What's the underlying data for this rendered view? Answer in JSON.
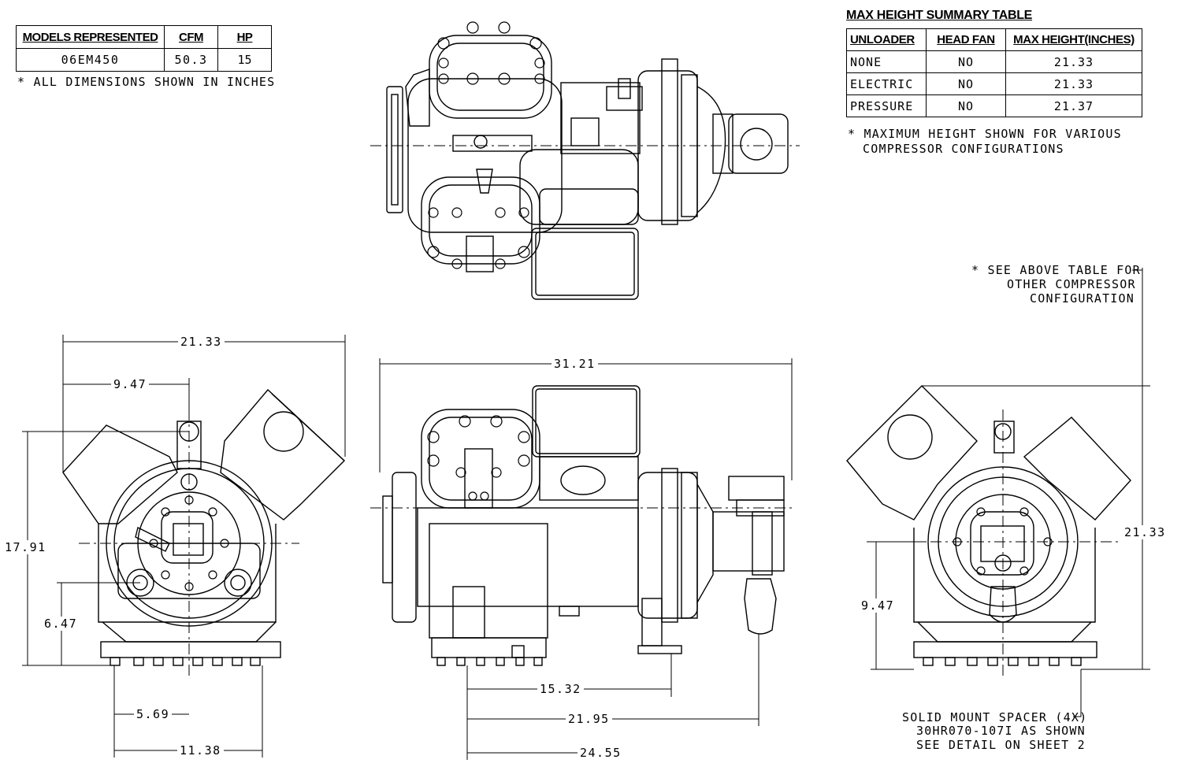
{
  "models_table": {
    "headers": [
      "MODELS REPRESENTED",
      "CFM",
      "HP"
    ],
    "row": [
      "06EM450",
      "50.3",
      "15"
    ]
  },
  "dimensions_note": "* ALL DIMENSIONS SHOWN IN INCHES",
  "max_height_table": {
    "title": "MAX HEIGHT SUMMARY TABLE",
    "headers": [
      "UNLOADER",
      "HEAD FAN",
      "MAX HEIGHT(INCHES)"
    ],
    "rows": [
      [
        "NONE",
        "NO",
        "21.33"
      ],
      [
        "ELECTRIC",
        "NO",
        "21.33"
      ],
      [
        "PRESSURE",
        "NO",
        "21.37"
      ]
    ],
    "footnote_line1": "* MAXIMUM HEIGHT SHOWN FOR VARIOUS",
    "footnote_line2": "COMPRESSOR CONFIGURATIONS"
  },
  "see_table_note": {
    "line1": "* SEE ABOVE TABLE FOR",
    "line2": "OTHER COMPRESSOR",
    "line3": "CONFIGURATION"
  },
  "spacer_note": {
    "line1": "SOLID MOUNT SPACER (4X)",
    "line2": "30HR070-107I AS SHOWN",
    "line3": "SEE DETAIL ON SHEET 2"
  },
  "dimensions": {
    "left_width": "21.33",
    "left_offset": "9.47",
    "left_height": "17.91",
    "left_inlet_height": "6.47",
    "left_center": "5.69",
    "left_base": "11.38",
    "side_length": "31.21",
    "side_mount_1": "15.32",
    "side_mount_2": "21.95",
    "side_overall": "24.55",
    "right_height": "21.33",
    "right_offset": "9.47"
  }
}
